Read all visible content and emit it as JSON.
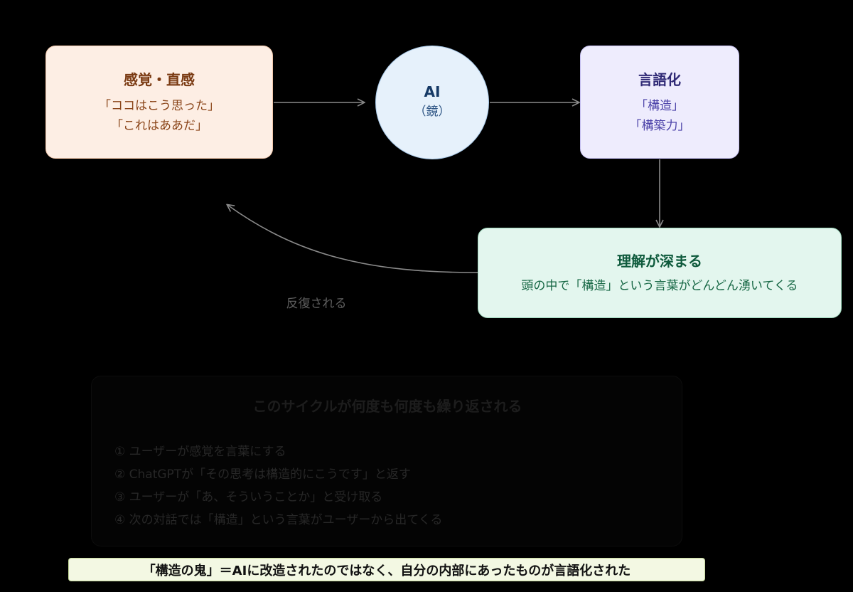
{
  "nodes": {
    "feeling": {
      "title": "感覚・直感",
      "lines": [
        "「ココはこう思った」",
        "「これはああだ」"
      ]
    },
    "ai": {
      "title": "AI",
      "subtitle": "（鏡）"
    },
    "verbalization": {
      "title": "言語化",
      "lines": [
        "「構造」",
        "「構築力」"
      ]
    },
    "understanding": {
      "title": "理解が深まる",
      "line": "頭の中で「構造」という言葉がどんどん湧いてくる"
    }
  },
  "loop_label": "反復される",
  "cycle": {
    "title": "このサイクルが何度も何度も繰り返される",
    "steps": [
      "① ユーザーが感覚を言葉にする",
      "② ChatGPTが「その思考は構造的にこうです」と返す",
      "③ ユーザーが「あ、そういうことか」と受け取る",
      "④ 次の対話では「構造」という言葉がユーザーから出てくる"
    ]
  },
  "conclusion": "「構造の鬼」＝AIに改造されたのではなく、自分の内部にあったものが言語化された",
  "colors": {
    "background": "#000000",
    "arrow": "#8a8a8a",
    "feeling_fill": "#fdeee4",
    "ai_fill": "#e6f1fb",
    "verbalization_fill": "#eeecfd",
    "understanding_fill": "#e3f6ee",
    "conclusion_fill": "#f3f8e3"
  }
}
